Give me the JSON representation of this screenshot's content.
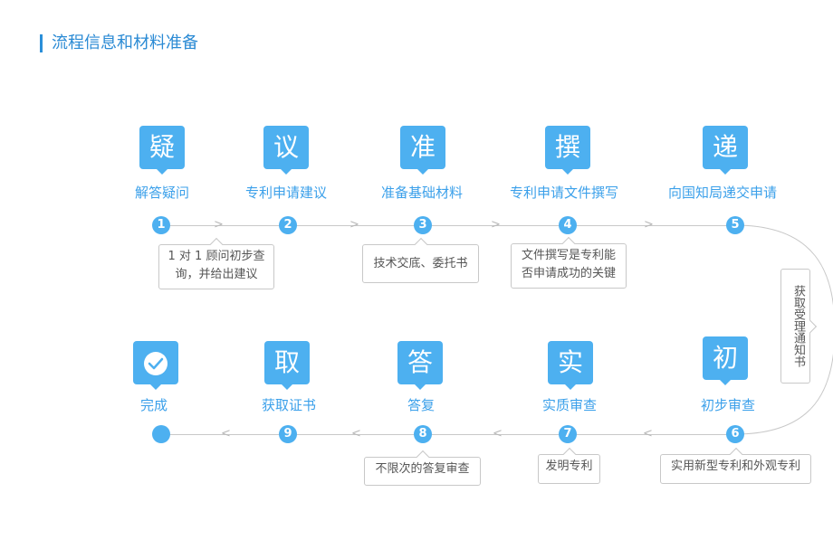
{
  "title": "流程信息和材料准备",
  "colors": {
    "accent": "#4db0f0",
    "line": "#c8c8c8",
    "title": "#2a8ad4"
  },
  "top_steps": [
    {
      "badge": "疑",
      "label": "解答疑问",
      "num": "1"
    },
    {
      "badge": "议",
      "label": "专利申请建议",
      "num": "2"
    },
    {
      "badge": "准",
      "label": "准备基础材料",
      "num": "3"
    },
    {
      "badge": "撰",
      "label": "专利申请文件撰写",
      "num": "4"
    },
    {
      "badge": "递",
      "label": "向国知局递交申请",
      "num": "5"
    }
  ],
  "bottom_steps": [
    {
      "badge": "check-icon",
      "label": "完成",
      "num": ""
    },
    {
      "badge": "取",
      "label": "获取证书",
      "num": "9"
    },
    {
      "badge": "答",
      "label": "答复",
      "num": "8"
    },
    {
      "badge": "实",
      "label": "实质审查",
      "num": "7"
    },
    {
      "badge": "初",
      "label": "初步审查",
      "num": "6"
    }
  ],
  "notes": {
    "n1": "1 对 1 顾问初步查询，并给出建议",
    "n3": "技术交底、委托书",
    "n4": "文件撰写是专利能否申请成功的关键",
    "n8": "不限次的答复审查",
    "n7": "发明专利",
    "n6": "实用新型专利和外观专利",
    "side": "获取受理通知书"
  }
}
